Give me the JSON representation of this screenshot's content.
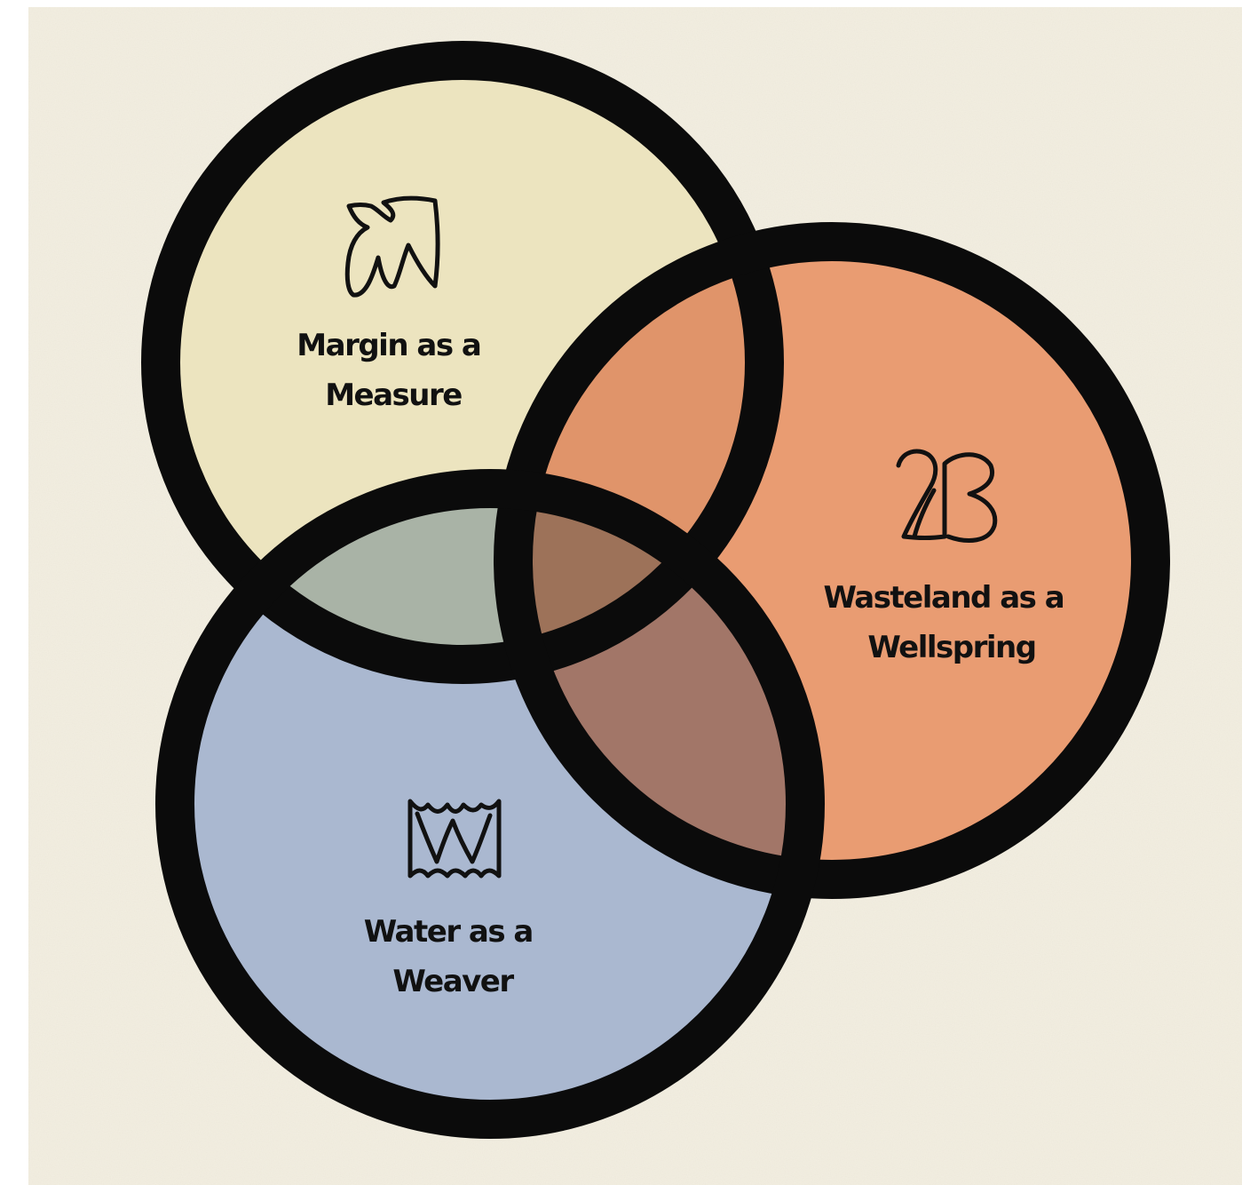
{
  "diagram": {
    "type": "venn",
    "background_color": "#f3efe2",
    "outline_color": "#0b0b0b",
    "circles": [
      {
        "id": "margin",
        "icon": "leaf-icon",
        "color": "#ece4bf",
        "label_lines": [
          "Margin as a",
          "Measure"
        ]
      },
      {
        "id": "wasteland",
        "icon": "sprout-icon",
        "color": "#e99c72",
        "label_lines": [
          "Wasteland as a",
          "Wellspring"
        ]
      },
      {
        "id": "water",
        "icon": "wave-icon",
        "color": "#aab8d0",
        "label_lines": [
          "Water as a",
          "Weaver"
        ]
      }
    ],
    "intersections": [
      {
        "between": [
          "margin",
          "wasteland"
        ],
        "color": "#e0946a"
      },
      {
        "between": [
          "margin",
          "water"
        ],
        "color": "#a9b3a6"
      },
      {
        "between": [
          "wasteland",
          "water"
        ],
        "color": "#a27668"
      },
      {
        "between": [
          "margin",
          "wasteland",
          "water"
        ],
        "color": "#9d7259"
      }
    ]
  }
}
